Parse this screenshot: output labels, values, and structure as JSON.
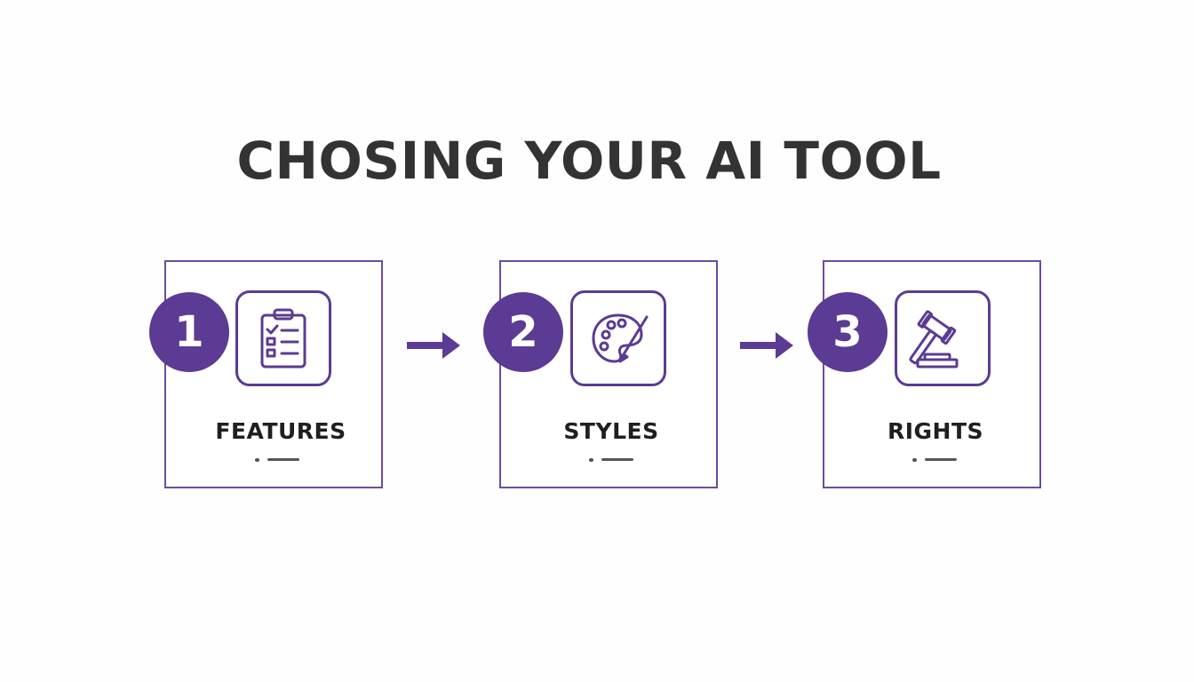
{
  "title": "CHOSING YOUR AI TOOL",
  "colors": {
    "accent": "#5b3b93",
    "border": "#6b4c9f",
    "text": "#333333"
  },
  "steps": [
    {
      "number": "1",
      "label": "FEATURES",
      "icon": "clipboard-checklist-icon"
    },
    {
      "number": "2",
      "label": "STYLES",
      "icon": "palette-brush-icon"
    },
    {
      "number": "3",
      "label": "RIGHTS",
      "icon": "gavel-icon"
    }
  ]
}
